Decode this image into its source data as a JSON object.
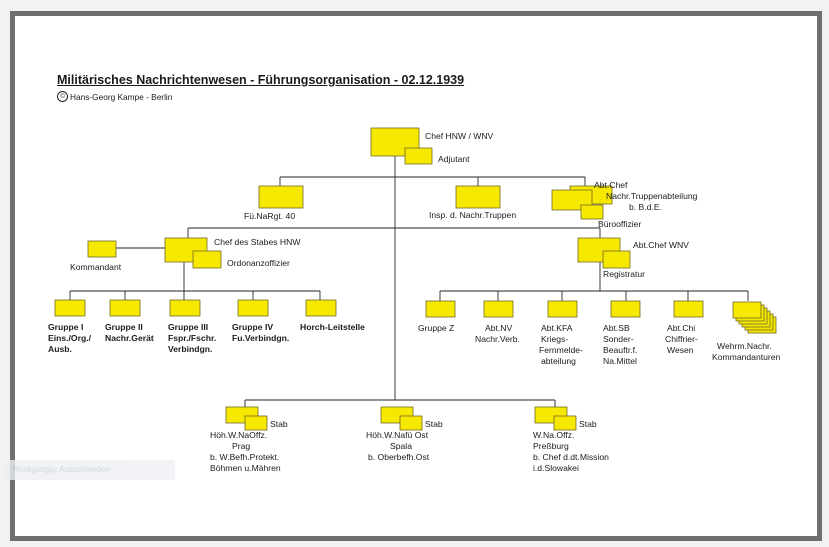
{
  "title": "Militärisches Nachrichtenwesen - Führungsorganisation - 02.12.1939",
  "author": "Hans-Georg Kampe - Berlin",
  "copyright_symbol": "©",
  "watermark": "Rückgängig: Ausschneiden",
  "colors": {
    "box_fill": "#f6e800",
    "box_border": "#6f6a26",
    "frame": "#6f6f6f",
    "line": "#262626"
  },
  "nodes": {
    "chef": "Chef HNW / WNV",
    "adjutant": "Adjutant",
    "fu_narg": "Fü.NaRgt. 40",
    "insp": "Insp. d. Nachr.Truppen",
    "abt_chef_1": "Abt.Chef",
    "abt_chef_2": "Nachr.Truppenabteilung",
    "abt_chef_3": "b. B.d.E.",
    "buero": "Bürooffizier",
    "stabschef": "Chef des Stabes HNW",
    "ordonanz": "Ordonanzoffizier",
    "kommandant": "Kommandant",
    "abt_chef_wnv": "Abt.Chef WNV",
    "registratur": "Registratur",
    "g1": [
      "Gruppe I",
      "Eins./Org./",
      "Ausb."
    ],
    "g2": [
      "Gruppe II",
      "Nachr.Gerät"
    ],
    "g3": [
      "Gruppe III",
      "Fspr./Fschr.",
      "Verbindgn."
    ],
    "g4": [
      "Gruppe IV",
      "Fu.Verbindgn."
    ],
    "horch": "Horch-Leitstelle",
    "gz": "Gruppe Z",
    "nv": [
      "Abt.NV",
      "Nachr.Verb."
    ],
    "kfa": [
      "Abt.KFA",
      "Kriegs-",
      "Fernmelde-",
      "abteilung"
    ],
    "sb": [
      "Abt.SB",
      "Sonder-",
      "Beauftr.f.",
      "Na.Mittel"
    ],
    "chi": [
      "Abt.Chi",
      "Chiffrier-",
      "Wesen"
    ],
    "wehrm": [
      "Wehrm.Nachr.",
      "Kommandanturen"
    ],
    "stab_label": "Stab",
    "prag": [
      "Höh.W.NaOffz.",
      "Prag",
      "b. W.Befh.Protekt.",
      "Böhmen u.Mähren"
    ],
    "ost": [
      "Höh.W.Nafü Ost",
      "Spala",
      "b. Oberbefh.Ost"
    ],
    "pressburg": [
      "W.Na.Offz.",
      "Preßburg",
      "b. Chef d.dt.Mission",
      "i.d.Slowakei"
    ]
  }
}
